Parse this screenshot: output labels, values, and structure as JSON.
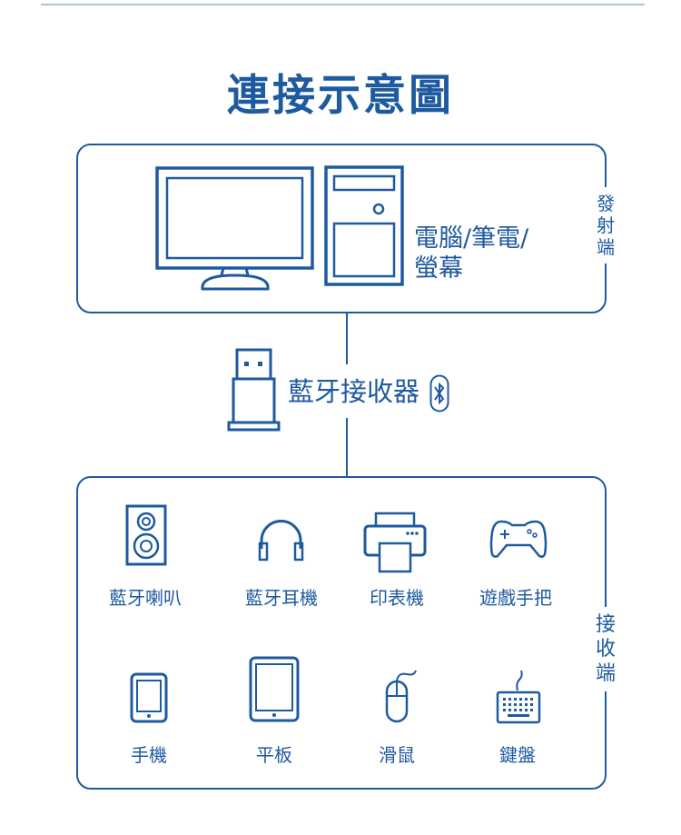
{
  "title": "連接示意圖",
  "transmit_side": {
    "label": "發射端",
    "device_label": "電腦/筆電/螢幕",
    "device_label_lines": [
      "電腦/筆電/",
      "螢幕"
    ]
  },
  "receiver": {
    "label": "藍牙接收器",
    "icons": [
      "usb-dongle-icon",
      "bluetooth-icon"
    ]
  },
  "receive_side": {
    "label": "接收端",
    "devices": [
      {
        "label": "藍牙喇叭",
        "icon": "speaker-icon"
      },
      {
        "label": "藍牙耳機",
        "icon": "headphones-icon"
      },
      {
        "label": "印表機",
        "icon": "printer-icon"
      },
      {
        "label": "遊戲手把",
        "icon": "gamepad-icon"
      },
      {
        "label": "手機",
        "icon": "phone-icon"
      },
      {
        "label": "平板",
        "icon": "tablet-icon"
      },
      {
        "label": "滑鼠",
        "icon": "mouse-icon"
      },
      {
        "label": "鍵盤",
        "icon": "keyboard-icon"
      }
    ]
  },
  "colors": {
    "primary": "#1e5aa0",
    "divider": "#a9c3de",
    "background": "#ffffff"
  }
}
